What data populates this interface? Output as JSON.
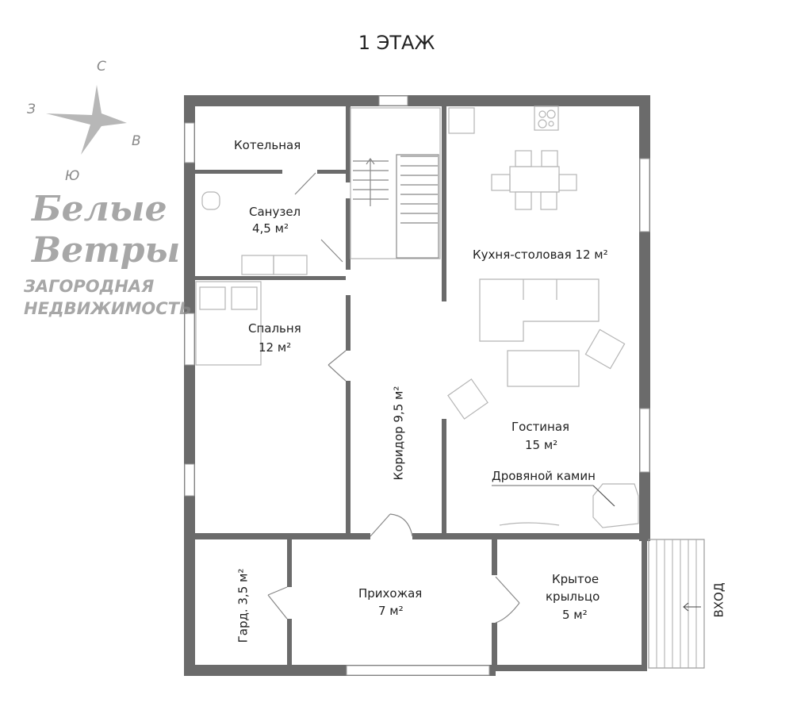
{
  "title": "1 ЭТАЖ",
  "compass": {
    "north": "С",
    "west": "З",
    "east": "В",
    "south": "Ю"
  },
  "watermark": {
    "logo_line1": "Белые",
    "logo_line2": "Ветры",
    "tagline1": "ЗАГОРОДНАЯ",
    "tagline2": "НЕДВИЖИМОСТЬ"
  },
  "rooms": {
    "boiler": "Котельная",
    "bathroom_name": "Санузел",
    "bathroom_area": "4,5 м²",
    "kitchen": "Кухня-столовая 12 м²",
    "bedroom_name": "Спальня",
    "bedroom_area": "12 м²",
    "corridor": "Коридор 9,5 м²",
    "living_name": "Гостиная",
    "living_area": "15 м²",
    "fireplace": "Дровяной камин",
    "wardrobe": "Гард. 3,5 м²",
    "hall_name": "Прихожая",
    "hall_area": "7 м²",
    "porch_name1": "Крытое",
    "porch_name2": "крыльцо",
    "porch_area": "5 м²",
    "entrance": "ВХОД"
  },
  "colors": {
    "wall": "#6b6b6b",
    "furniture": "#b5b5b5",
    "watermark": "#8a8a8a"
  }
}
